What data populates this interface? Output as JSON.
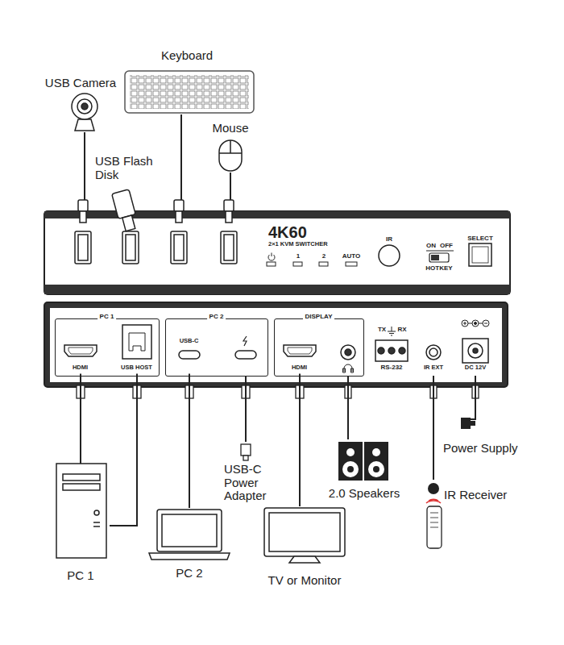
{
  "diagram": {
    "nodes": [
      {
        "text": [
          "USB Camera"
        ]
      },
      {
        "text": [
          "Keyboard"
        ]
      },
      {
        "text": [
          "Mouse"
        ]
      },
      {
        "text": [
          "USB Flash Disk"
        ]
      },
      {
        "text": [
          "4K60",
          "2×1 KVM SWITCHER"
        ]
      },
      {
        "text": [
          "PC 1"
        ]
      },
      {
        "text": [
          "HDMI"
        ],
        "in": 5
      },
      {
        "text": [
          "USB HOST"
        ],
        "in": 5
      },
      {
        "text": [
          "PC 2"
        ]
      },
      {
        "text": [
          "USB-C"
        ],
        "in": 8
      },
      {
        "text": [
          "DISPLAY"
        ]
      },
      {
        "text": [
          "HDMI"
        ],
        "in": 10
      },
      {
        "text": [
          "IR EXT"
        ]
      },
      {
        "text": [
          "DC 12V"
        ]
      },
      {
        "text": [
          "USB-C Power Adapter"
        ]
      },
      {
        "text": [
          "Power Supply"
        ]
      },
      {
        "text": [
          "2.0 Speakers"
        ]
      },
      {
        "text": [
          "IR Receiver"
        ]
      },
      {
        "text": [
          "PC 1"
        ]
      },
      {
        "text": [
          "PC 2"
        ]
      },
      {
        "text": [
          "TV or Monitor"
        ]
      }
    ],
    "edges": [
      {
        "from": 0,
        "to": 4,
        "arrow": "none"
      },
      {
        "from": 1,
        "to": 4,
        "arrow": "none"
      },
      {
        "from": 2,
        "to": 4,
        "arrow": "none"
      },
      {
        "from": 6,
        "to": 18,
        "arrow": "none"
      },
      {
        "from": 7,
        "to": 18,
        "arrow": "none"
      },
      {
        "from": 9,
        "to": 19,
        "arrow": "none"
      },
      {
        "from": 8,
        "to": 14,
        "arrow": "none"
      },
      {
        "from": 11,
        "to": 20,
        "arrow": "none"
      },
      {
        "from": 10,
        "to": 16,
        "arrow": "none"
      },
      {
        "from": 12,
        "to": 17,
        "arrow": "none"
      },
      {
        "from": 13,
        "to": 15,
        "arrow": "none"
      }
    ],
    "labels": [
      "1",
      "2",
      "AUTO",
      "IR",
      "ON",
      "OFF",
      "HOTKEY",
      "SELECT",
      "TX",
      "RX",
      "RS-232"
    ]
  }
}
